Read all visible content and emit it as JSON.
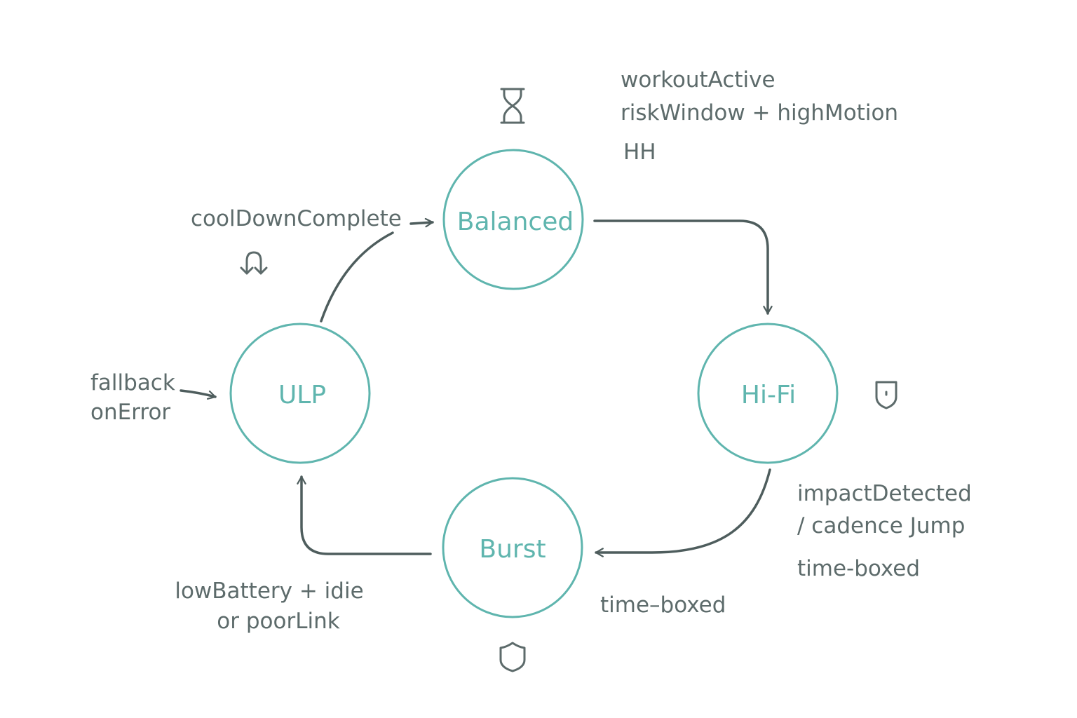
{
  "states": {
    "balanced": "Balanced",
    "hifi": "Hi-Fi",
    "burst": "Burst",
    "ulp": "ULP"
  },
  "transitions": {
    "balanced_to_hifi": {
      "line1": "workoutActive",
      "line2": "riskWindow + highMotion"
    },
    "hifi_to_burst": {
      "line1": "impactDetected",
      "line2": "/ cadence Jump",
      "line3": "time-boxed"
    },
    "burst_note": "time–boxed",
    "burst_to_ulp": {
      "line1": "lowBattery + idie",
      "line2": "or poorLink"
    },
    "ulp_to_balanced": "coolDownComplete",
    "fallback": {
      "line1": "fallback",
      "line2": "onError"
    }
  },
  "icons": {
    "balanced_top": "hourglass-icon",
    "balanced_side": "hh-glyph",
    "hifi_side": "shield-icon",
    "burst_bottom": "shield-icon",
    "ulp_top": "loop-arrows-icon"
  },
  "glyphs": {
    "hh": "HH"
  },
  "colors": {
    "node_stroke": "#5fb5ae",
    "node_text": "#5fb5ae",
    "edge": "#4e5d5d",
    "annotation": "#5d6b6b"
  }
}
